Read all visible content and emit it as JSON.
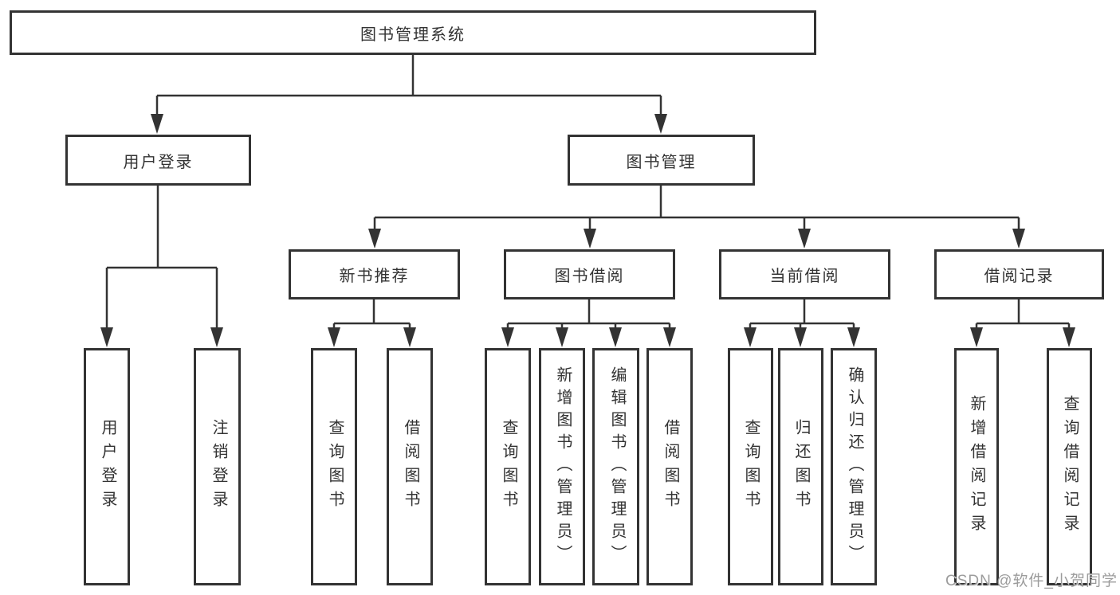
{
  "diagram": {
    "root": {
      "label": "图书管理系统"
    },
    "branches": [
      {
        "label": "用户登录",
        "children": [
          {
            "label": "用户登录"
          },
          {
            "label": "注销登录"
          }
        ]
      },
      {
        "label": "图书管理",
        "children": [
          {
            "label": "新书推荐",
            "children": [
              {
                "label": "查询图书"
              },
              {
                "label": "借阅图书"
              }
            ]
          },
          {
            "label": "图书借阅",
            "children": [
              {
                "label": "查询图书"
              },
              {
                "label": "新增图书（管理员）"
              },
              {
                "label": "编辑图书（管理员）"
              },
              {
                "label": "借阅图书"
              }
            ]
          },
          {
            "label": "当前借阅",
            "children": [
              {
                "label": "查询图书"
              },
              {
                "label": "归还图书"
              },
              {
                "label": "确认归还（管理员）"
              }
            ]
          },
          {
            "label": "借阅记录",
            "children": [
              {
                "label": "新增借阅记录"
              },
              {
                "label": "查询借阅记录"
              }
            ]
          }
        ]
      }
    ]
  },
  "watermark": {
    "text": "CSDN @软件_小贺同学"
  },
  "colors": {
    "line": "#333333",
    "box_border": "#333333",
    "text": "#333333",
    "background": "#ffffff",
    "watermark": "#9c9c9c"
  }
}
